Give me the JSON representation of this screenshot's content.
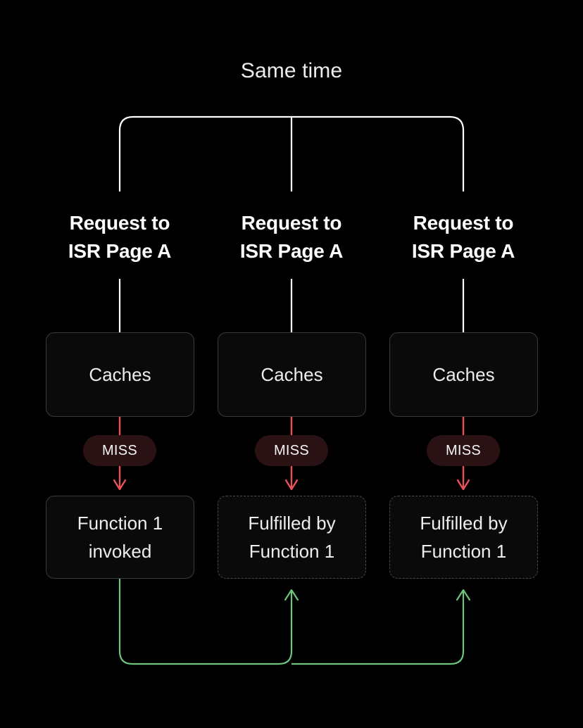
{
  "diagram": {
    "title": "Same time",
    "background_color": "#000000",
    "colors": {
      "text": "#ededed",
      "bracket": "#ffffff",
      "miss_border": "#f1737a",
      "miss_fill": "#2a1214",
      "miss_arrow": "#e8535b",
      "green_arrow": "#6cc47f",
      "box_border": "#3a3a3a",
      "box_dashed_border": "#4a4a4a",
      "box_fill": "#0a0a0a"
    },
    "columns": [
      {
        "id": "column-1",
        "request_label_line1": "Request to",
        "request_label_line2": "ISR Page A",
        "cache_label": "Caches",
        "miss_badge": "MISS",
        "result_line1": "Function 1",
        "result_line2": "invoked",
        "result_style": "solid"
      },
      {
        "id": "column-2",
        "request_label_line1": "Request to",
        "request_label_line2": "ISR Page A",
        "cache_label": "Caches",
        "miss_badge": "MISS",
        "result_line1": "Fulfilled by",
        "result_line2": "Function 1",
        "result_style": "dashed"
      },
      {
        "id": "column-3",
        "request_label_line1": "Request to",
        "request_label_line2": "ISR Page A",
        "cache_label": "Caches",
        "miss_badge": "MISS",
        "result_line1": "Fulfilled by",
        "result_line2": "Function 1",
        "result_style": "dashed"
      }
    ]
  }
}
